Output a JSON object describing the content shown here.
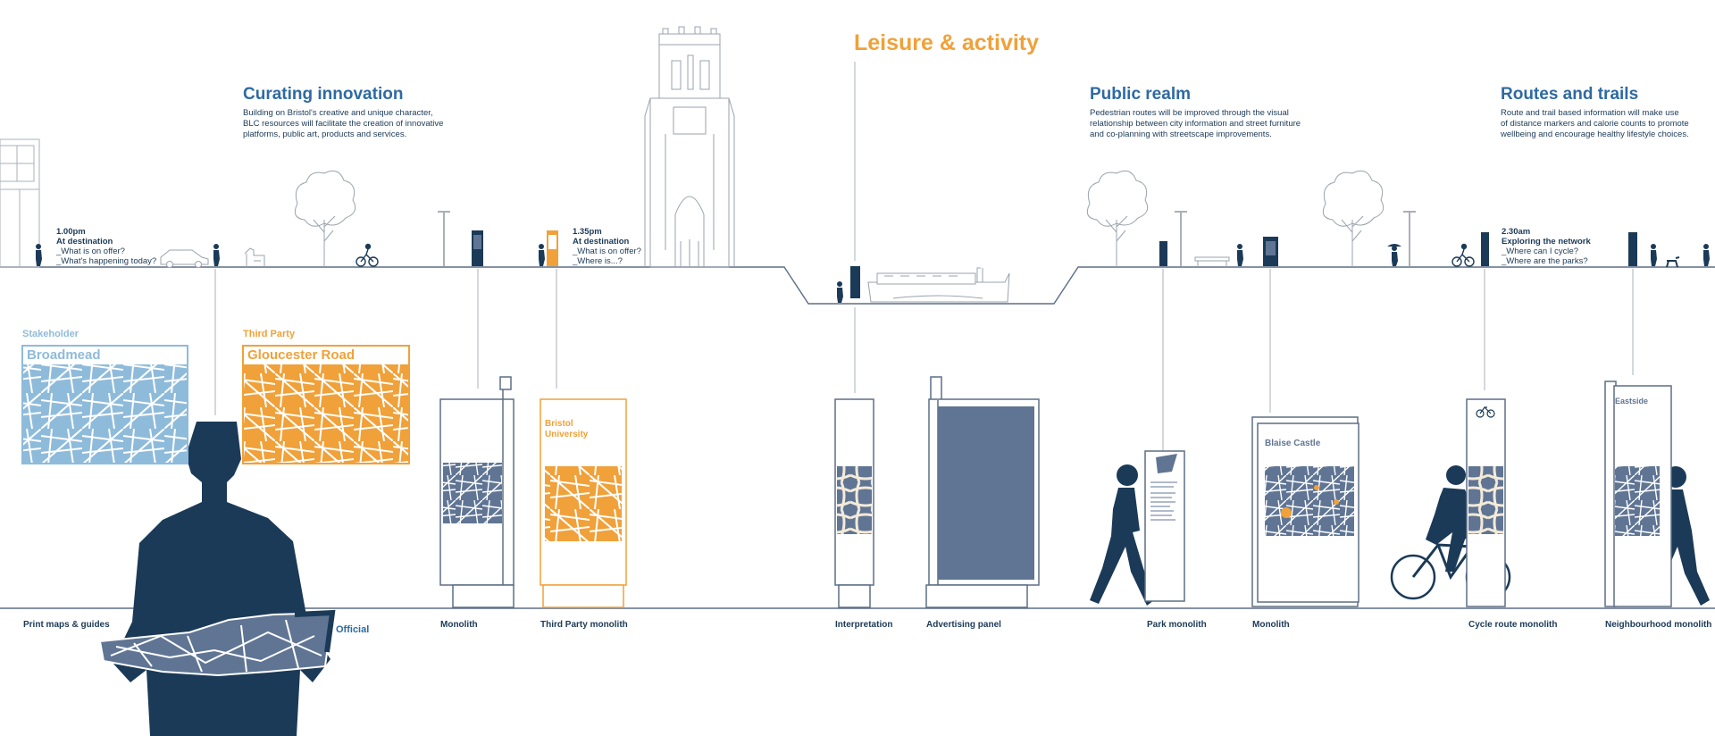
{
  "colors": {
    "navy": "#1b3a57",
    "blue": "#2e6aa3",
    "orange": "#f0a13a",
    "light_blue": "#8fbbdb",
    "slate": "#607594",
    "line_grey": "#9aa3ad"
  },
  "main_heading": "Leisure & activity",
  "sections": [
    {
      "title": "Curating innovation",
      "lines": [
        "Building on Bristol's creative and unique character,",
        "BLC resources will facilitate the creation of innovative",
        "platforms, public art, products and services."
      ]
    },
    {
      "title": "Public realm",
      "lines": [
        "Pedestrian routes will be improved through the visual",
        "relationship between city information and street furniture",
        "and co-planning with streetscape improvements."
      ]
    },
    {
      "title": "Routes and trails",
      "lines": [
        "Route and trail based information will make use",
        "of distance markers and calorie counts to promote",
        "wellbeing and encourage healthy lifestyle choices."
      ]
    }
  ],
  "timeline": [
    {
      "time": "1.00pm",
      "title": "At destination",
      "questions": [
        "_What is on offer?",
        "_What's happening today?"
      ]
    },
    {
      "time": "1.35pm",
      "title": "At destination",
      "questions": [
        "_What is on offer?",
        "_Where is...?"
      ]
    },
    {
      "time": "2.30am",
      "title": "Exploring the network",
      "questions": [
        "_Where can I cycle?",
        "_Where are the parks?"
      ]
    }
  ],
  "maps": {
    "stakeholder": {
      "category": "Stakeholder",
      "title": "Broadmead"
    },
    "third_party": {
      "category": "Third Party",
      "title": "Gloucester Road"
    },
    "official_label": "Official"
  },
  "signs": {
    "bristol_university": [
      "Bristol",
      "University"
    ],
    "blaise_castle": "Blaise Castle",
    "eastside": "Eastside"
  },
  "captions": [
    "Print maps & guides",
    "Monolith",
    "Third Party monolith",
    "Interpretation",
    "Advertising panel",
    "Park monolith",
    "Monolith",
    "Cycle route monolith",
    "Neighbourhood monolith"
  ]
}
